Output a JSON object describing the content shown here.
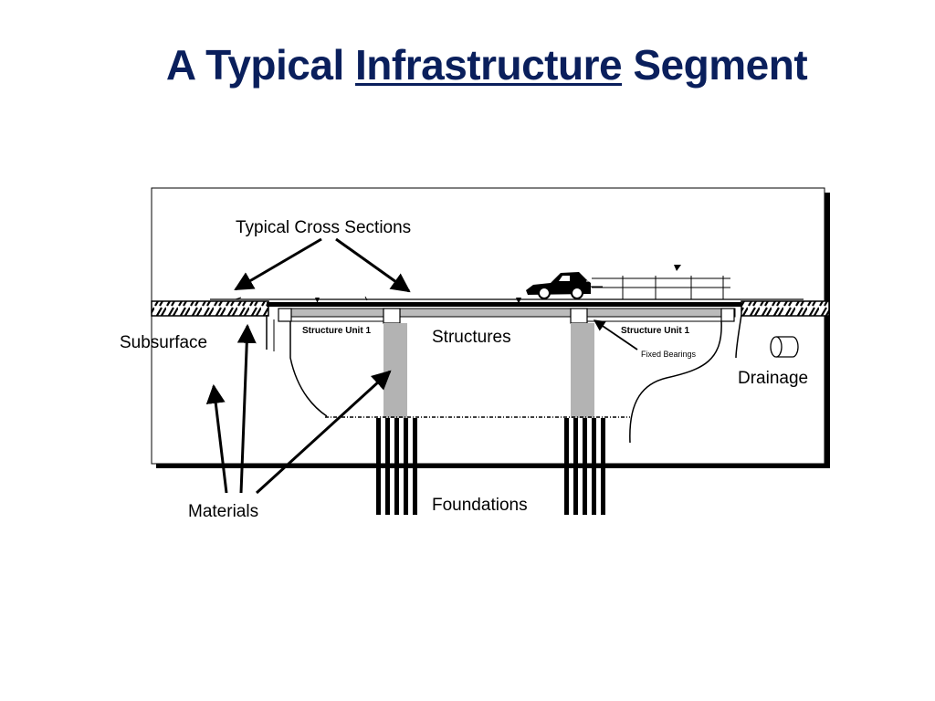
{
  "title": {
    "prefix": "A Typical ",
    "emphasis": "Infrastructure",
    "suffix": " Segment"
  },
  "labels": {
    "cross_sections": "Typical Cross Sections",
    "subsurface": "Subsurface",
    "structures": "Structures",
    "drainage": "Drainage",
    "materials": "Materials",
    "foundations": "Foundations",
    "structure_unit_left": "Structure Unit 1",
    "structure_unit_right": "Structure Unit 1",
    "fixed_bearings": "Fixed Bearings"
  },
  "colors": {
    "title": "#0a1f5c",
    "pier": "#b3b3b3",
    "ink": "#000000"
  }
}
